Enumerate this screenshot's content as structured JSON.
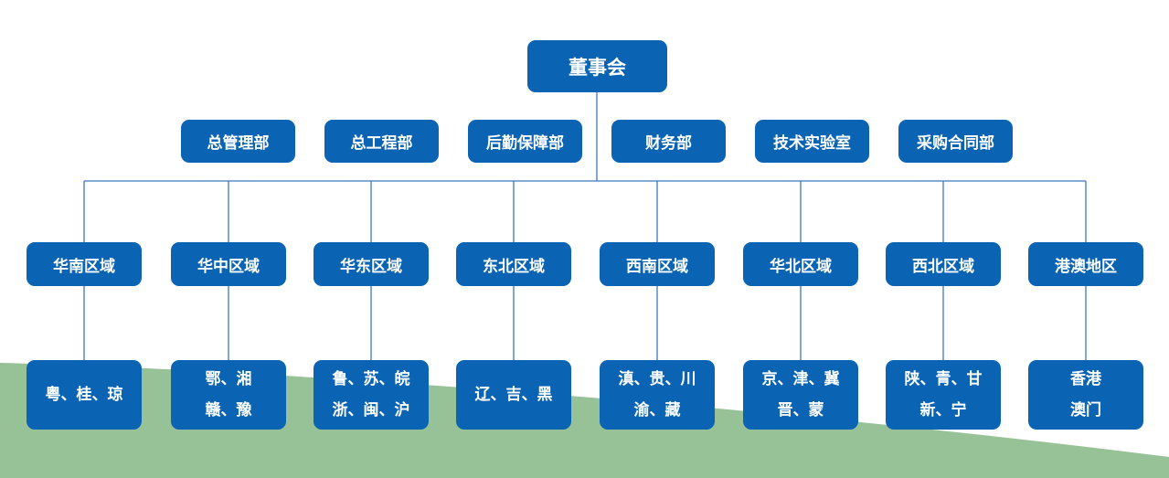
{
  "root": {
    "label": "董事会"
  },
  "departments": [
    {
      "label": "总管理部"
    },
    {
      "label": "总工程部"
    },
    {
      "label": "后勤保障部"
    },
    {
      "label": "财务部"
    },
    {
      "label": "技术实验室"
    },
    {
      "label": "采购合同部"
    }
  ],
  "regions": [
    {
      "label": "华南区域",
      "provinces": "粤、桂、琼"
    },
    {
      "label": "华中区域",
      "provinces": "鄂、湘\n赣、豫"
    },
    {
      "label": "华东区域",
      "provinces": "鲁、苏、皖\n浙、闽、沪"
    },
    {
      "label": "东北区域",
      "provinces": "辽、吉、黑"
    },
    {
      "label": "西南区域",
      "provinces": "滇、贵、川\n渝、藏"
    },
    {
      "label": "华北区域",
      "provinces": "京、津、冀\n晋、蒙"
    },
    {
      "label": "西北区域",
      "provinces": "陕、青、甘\n新、宁"
    },
    {
      "label": "港澳地区",
      "provinces": "香港\n澳门"
    }
  ],
  "colors": {
    "box": "#0a63b3",
    "line": "#3a78c4",
    "ground": "#97c196"
  }
}
